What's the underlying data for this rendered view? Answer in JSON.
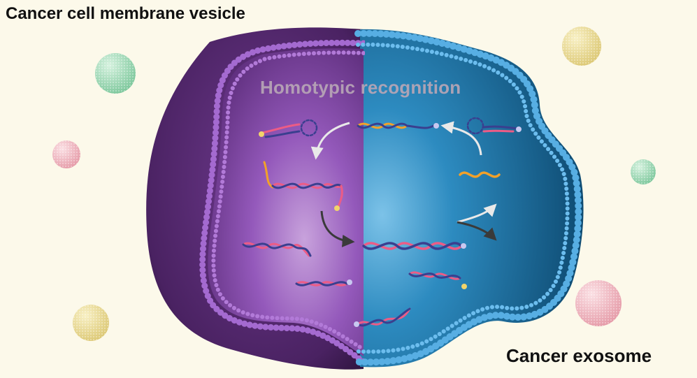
{
  "labels": {
    "left_title": "Cancer cell membrane vesicle",
    "right_title": "Cancer exosome",
    "center_title": "Homotypic recognition"
  },
  "colors": {
    "background": "#fcf9ea",
    "vesicle_purple": "#8a4fb0",
    "vesicle_dark": "#3a1a4f",
    "exosome_blue": "#2f8cc4",
    "membrane_purple": "#9a62c6",
    "membrane_blue": "#4fa8e0",
    "dna_pink": "#ec5c86",
    "dna_navy": "#3a3f8f",
    "dna_orange": "#f2a12a",
    "sphere_green": "#8fd0a8",
    "sphere_pink": "#eea8b3",
    "sphere_yellow": "#e8d68a"
  },
  "nanoparticles": [
    {
      "name": "sphere-green-top-left",
      "color": "green"
    },
    {
      "name": "sphere-pink-left",
      "color": "pink"
    },
    {
      "name": "sphere-yellow-bottom-left",
      "color": "yellow"
    },
    {
      "name": "sphere-yellow-top-right",
      "color": "yellow"
    },
    {
      "name": "sphere-green-right",
      "color": "green"
    },
    {
      "name": "sphere-pink-bottom-right",
      "color": "pink"
    }
  ]
}
